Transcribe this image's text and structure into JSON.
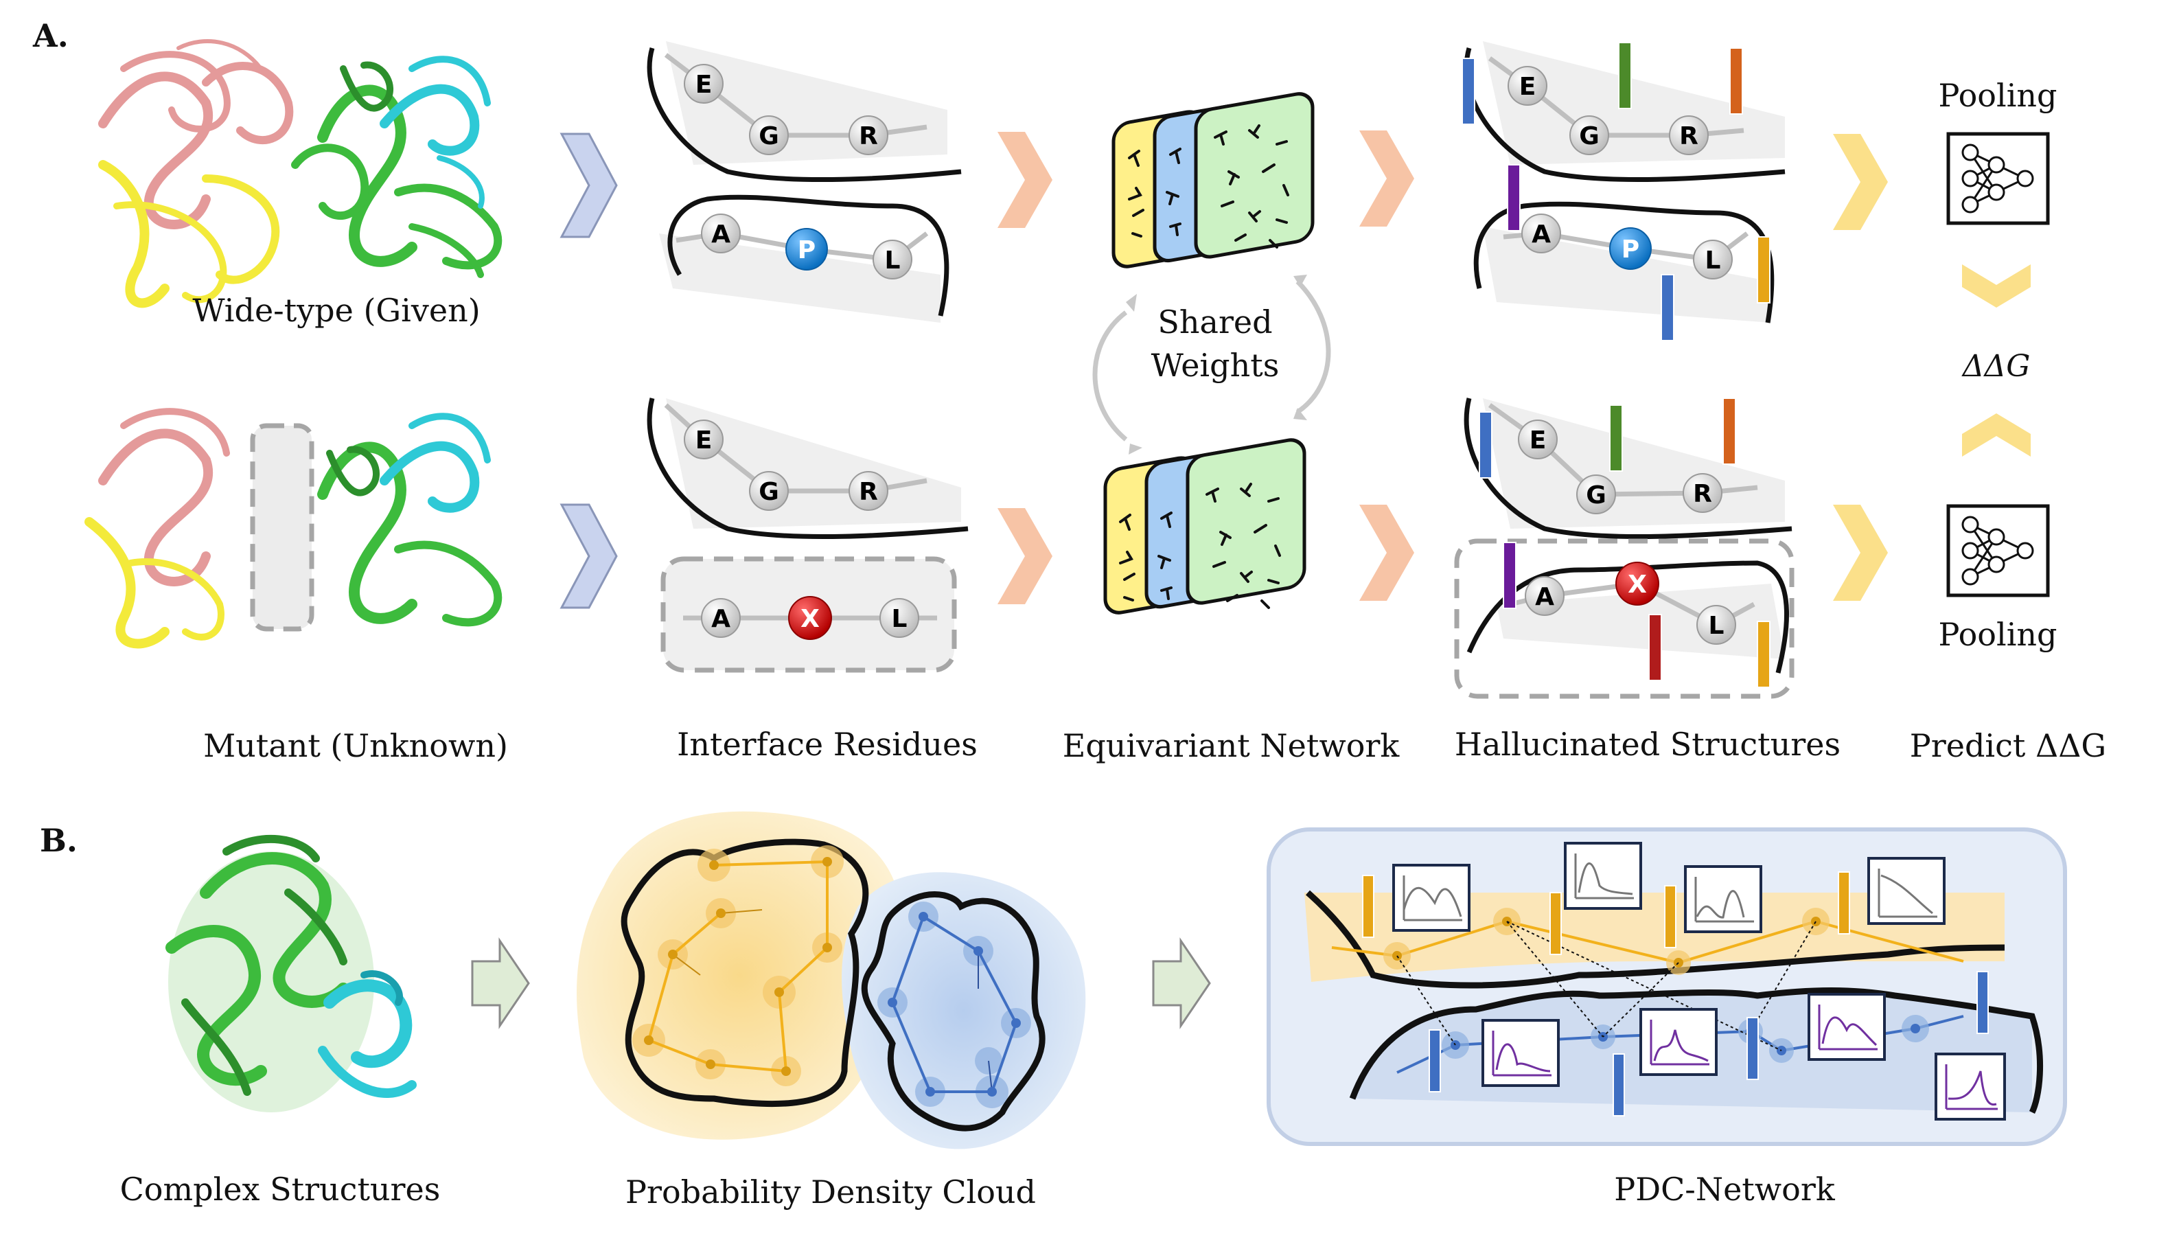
{
  "panel_a": {
    "label": "A.",
    "wild_type_caption": "Wide-type (Given)",
    "mutant_caption": "Mutant (Unknown)",
    "interface_caption": "Interface Residues",
    "network_caption": "Equivariant Network",
    "hallucinated_caption": "Hallucinated Structures",
    "predict_caption": "Predict ΔΔG",
    "shared_weights_line1": "Shared",
    "shared_weights_line2": "Weights",
    "pooling_top": "Pooling",
    "pooling_bottom": "Pooling",
    "ddg_label": "ΔΔG",
    "residues_top_chain": [
      "E",
      "G",
      "R"
    ],
    "residues_bottom_wt": [
      "A",
      "P",
      "L"
    ],
    "residues_bottom_mut": [
      "A",
      "X",
      "L"
    ]
  },
  "panel_b": {
    "label": "B.",
    "complex_caption": "Complex Structures",
    "pdc_caption": "Probability Density Cloud",
    "network_caption": "PDC-Network"
  },
  "colors": {
    "arrow_blue": "#c9d3ee",
    "arrow_orange": "#f7c4a6",
    "arrow_yellow": "#fbe08a",
    "arrow_green": "#dfecd6",
    "residue_highlight": "#1e8fe0",
    "residue_mutant": "#d21a1a",
    "chain_yellow": "#f2b11c",
    "chain_blue": "#3f6fc2",
    "card_yellow": "#fff08a",
    "card_blue": "#a7cdf4",
    "card_green": "#ccf2c4",
    "cloud_yellow": "#fbe6b0",
    "cloud_blue": "#c9dbf2",
    "protein_green": "#3dbb3d",
    "protein_cyan": "#2ec9d6",
    "protein_pink": "#e49a9a",
    "protein_yellow": "#f3ea3b"
  }
}
